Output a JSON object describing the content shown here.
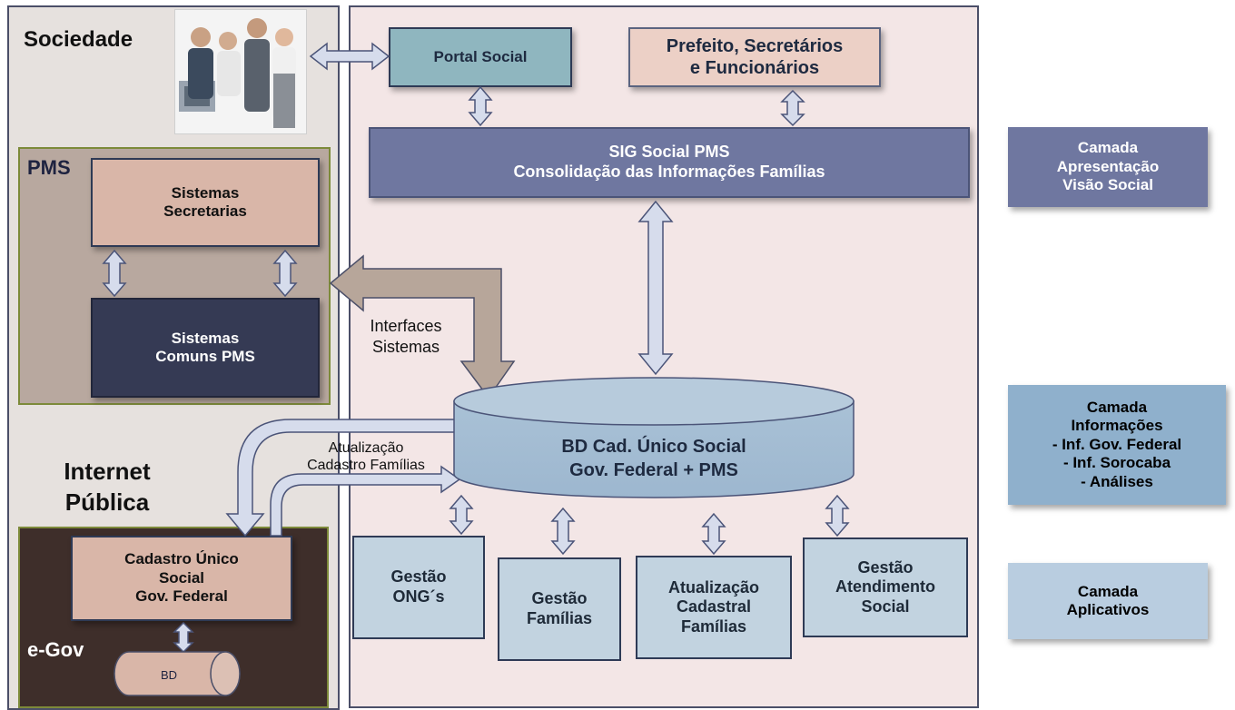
{
  "left": {
    "sociedade": "Sociedade",
    "pms": "PMS",
    "sistemas_secretarias": "Sistemas\nSecretarias",
    "sistemas_comuns": "Sistemas\nComuns PMS",
    "interfaces": "Interfaces\nSistemas",
    "internet": "Internet\nPública",
    "cadastro_unico": "Cadastro Único\nSocial\nGov. Federal",
    "egov": "e-Gov",
    "bd": "BD"
  },
  "main": {
    "portal_social": "Portal Social",
    "prefeito": "Prefeito, Secretários\ne Funcionários",
    "sig": "SIG Social PMS\nConsolidação das Informações Famílias",
    "bd_cad_line1": "BD Cad. Único Social",
    "bd_cad_line2": "Gov. Federal + PMS",
    "atualizacao_label": "Atualização\nCadastro Famílias",
    "gestao_ongs": "Gestão\nONG´s",
    "gestao_familias": "Gestão\nFamílias",
    "atualizacao_cadastral": "Atualização\nCadastral\nFamílias",
    "gestao_atendimento": "Gestão\nAtendimento\nSocial"
  },
  "layers": {
    "apresentacao": "Camada\nApresentação\nVisão Social",
    "informacoes": "Camada\nInformações\n- Inf. Gov. Federal\n- Inf. Sorocaba\n- Análises",
    "aplicativos": "Camada\nAplicativos"
  },
  "colors": {
    "arrow_fill": "#d6dcec",
    "arrow_stroke": "#4b5478",
    "brown_arrow": "#b7a69a",
    "egov_bg": "#3e2e2a",
    "pms_bg": "#b8a89f",
    "accent_dark": "#353a54"
  }
}
